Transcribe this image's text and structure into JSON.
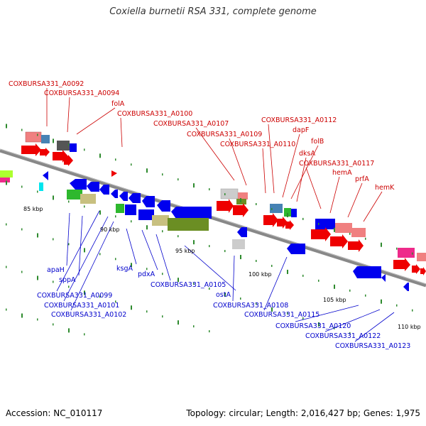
{
  "title": "Coxiella burnetii RSA 331, complete genome",
  "footer": {
    "accession": "Accession: NC_010117",
    "summary": "Topology: circular; Length: 2,016,427 bp; Genes: 1,975"
  },
  "colors": {
    "top_label": "#cc0000",
    "bottom_label": "#0000cc",
    "backbone": "#888888",
    "tick": "#2d8a2d"
  },
  "scale_labels": [
    "85 kbp",
    "90 kbp",
    "95 kbp",
    "100 kbp",
    "105 kbp",
    "110 kbp"
  ],
  "top_labels": [
    "COXBURSA331_A0092",
    "COXBURSA331_A0094",
    "folA",
    "COXBURSA331_A0100",
    "COXBURSA331_A0107",
    "COXBURSA331_A0109",
    "COXBURSA331_A0110",
    "COXBURSA331_A0112",
    "dapF",
    "folB",
    "dksA",
    "COXBURSA331_A0117",
    "hemA",
    "prfA",
    "hemK"
  ],
  "bottom_labels": [
    "apaH",
    "sppA",
    "COXBURSA331_A0099",
    "COXBURSA331_A0101",
    "COXBURSA331_A0102",
    "ksgA",
    "pdxA",
    "COXBURSA331_A0105",
    "ostA",
    "COXBURSA331_A0108",
    "COXBURSA331_A0115",
    "COXBURSA331_A0120",
    "COXBURSA331_A0122",
    "COXBURSA331_A0123"
  ]
}
